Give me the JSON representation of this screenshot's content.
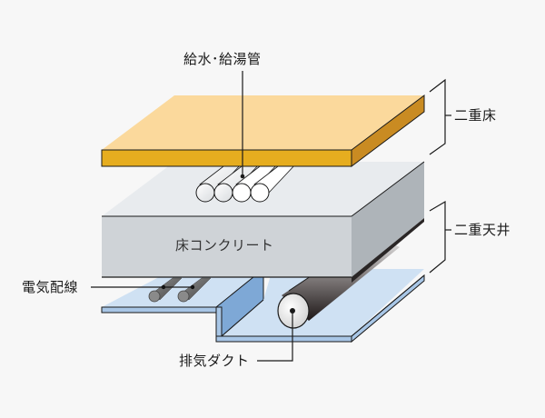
{
  "diagram": {
    "title": "二重床・二重天井 構造図",
    "labels": {
      "water_pipes": "給水･給湯管",
      "double_floor": "二重床",
      "floor_concrete": "床コンクリート",
      "double_ceiling": "二重天井",
      "electrical_wiring": "電気配線",
      "exhaust_duct": "排気ダクト"
    },
    "colors": {
      "background": "#f7f7f7",
      "floor_board_top": "#fbd99c",
      "floor_board_front": "#e6ad1f",
      "floor_board_side": "#c98b22",
      "concrete_top": "#e8ebee",
      "concrete_front": "#cfd3d7",
      "concrete_side": "#aeb4b9",
      "ceiling_panel_top": "#cfe1f3",
      "ceiling_panel_edge": "#a8c6e6",
      "ceiling_recess": "#7ea8d6",
      "wiring": "#6a6a6a",
      "duct": "#3a3434",
      "line": "#1a1a1a"
    }
  }
}
